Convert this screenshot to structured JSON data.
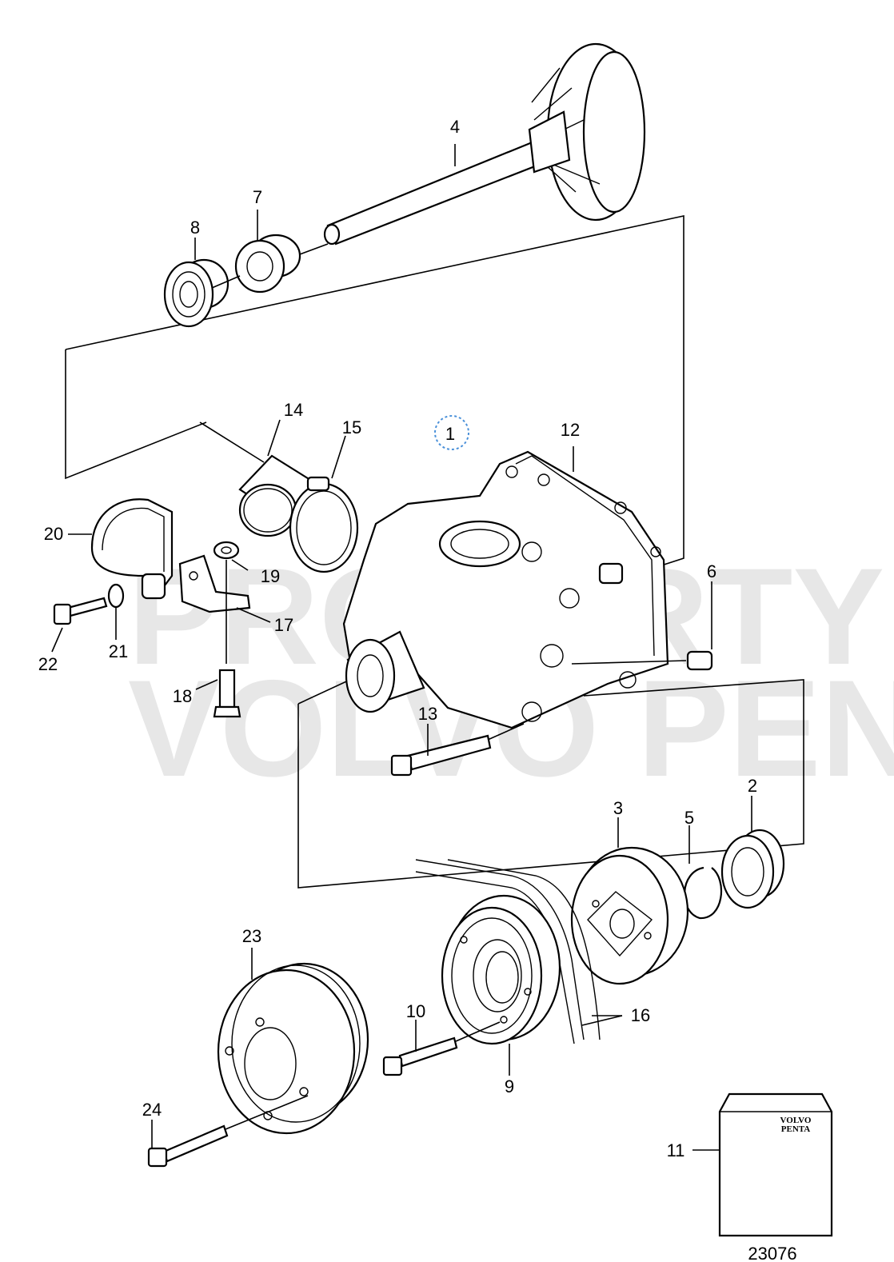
{
  "diagram": {
    "labels": {
      "p1": "1",
      "p2": "2",
      "p3": "3",
      "p4": "4",
      "p5": "5",
      "p6": "6",
      "p7": "7",
      "p8": "8",
      "p9": "9",
      "p10": "10",
      "p11": "11",
      "p12": "12",
      "p13": "13",
      "p14": "14",
      "p15": "15",
      "p16": "16",
      "p17": "17",
      "p18": "18",
      "p19": "19",
      "p20": "20",
      "p21": "21",
      "p22": "22",
      "p23": "23",
      "p24": "24"
    },
    "watermark": {
      "line1": "PROPERTY OF",
      "line2": "VOLVO PENTA"
    },
    "logo": {
      "line1": "VOLVO",
      "line2": "PENTA"
    },
    "drawing_number": "23076",
    "colors": {
      "line": "#000000",
      "watermark": "#d4d4d4",
      "highlight": "#4a90d9"
    }
  }
}
